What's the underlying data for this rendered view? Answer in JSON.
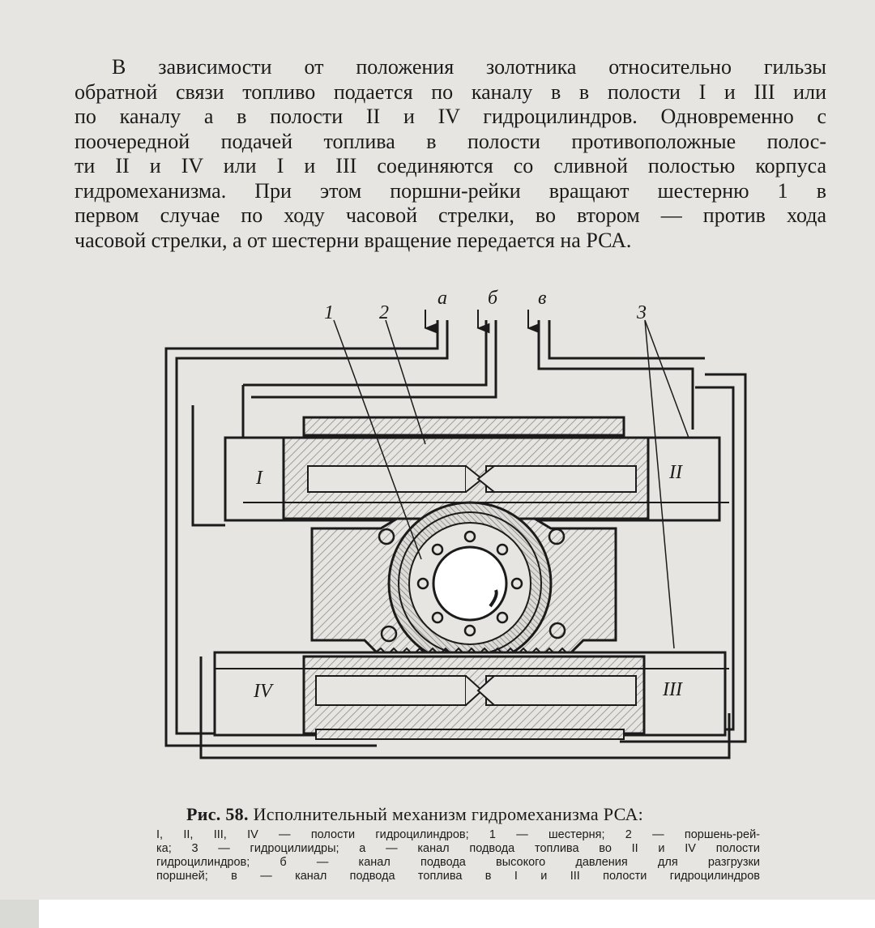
{
  "paragraph": {
    "lines": [
      "В зависимости от положения золотника  относительно  гильзы",
      "обратной связи топливо подается по каналу в в полости I и III или",
      "по каналу а в полости II и IV гидроцилиндров. Одновременно с",
      "поочередной подачей топлива в полости противоположные полос-",
      "ти II и IV или I и III соединяются со сливной полостью  корпуса",
      "гидромеханизма. При этом поршни-рейки вращают шестерню 1 в",
      "первом случае по ходу часовой стрелки, во втором — против хода",
      "часовой стрелки, а от шестерни вращение передается на РСА."
    ]
  },
  "figure": {
    "channel_labels": {
      "a": "а",
      "b": "б",
      "v": "в"
    },
    "part_labels": {
      "p1": "1",
      "p2": "2",
      "p3": "3"
    },
    "cavity_labels": {
      "I": "I",
      "II": "II",
      "III": "III",
      "IV": "IV"
    }
  },
  "caption": {
    "figure_number": "Рис. 58.",
    "title": " Исполнительный механизм гидромеханизма РСА:",
    "legend_lines": [
      "I, II, III, IV — полости гидроцилиндров; 1 — шестерня; 2 — поршень-рей-",
      "ка; 3 — гидроцилиидры; а — канал подвода топлива во II и IV полости",
      "гидроцилиндров; б — канал подвода высокого  давления для разгрузки",
      "поршней; в — канал подвода топлива в I и III полости гидроцилиндров"
    ]
  },
  "colors": {
    "paper": "#e6e5e1",
    "ink": "#1b1b1b",
    "hatch": "#8c8c88"
  }
}
